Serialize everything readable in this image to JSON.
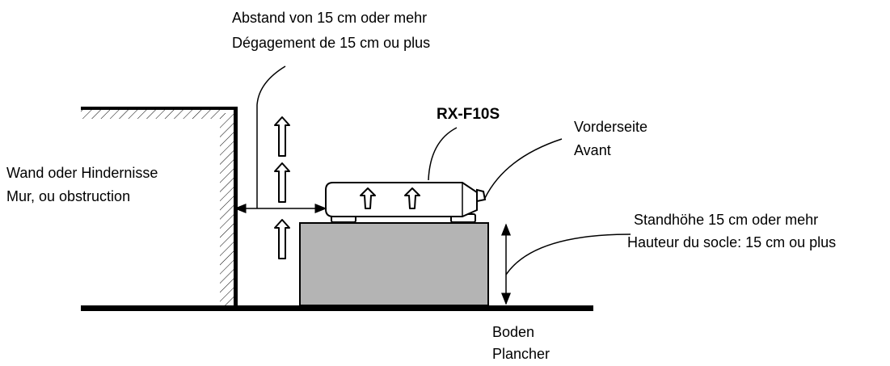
{
  "labels": {
    "clearance_de": "Abstand von 15 cm oder mehr",
    "clearance_fr": "Dégagement de 15 cm ou plus",
    "model": "RX-F10S",
    "front_de": "Vorderseite",
    "front_fr": "Avant",
    "wall_de": "Wand oder Hindernisse",
    "wall_fr": "Mur, ou obstruction",
    "stand_de": "Standhöhe 15 cm oder mehr",
    "stand_fr": "Hauteur du socle: 15 cm ou plus",
    "floor_de": "Boden",
    "floor_fr": "Plancher"
  },
  "colors": {
    "line": "#000000",
    "stand_fill": "#b4b4b4",
    "background": "#ffffff"
  },
  "icons": {
    "airflow": "hollow-up-arrow"
  }
}
